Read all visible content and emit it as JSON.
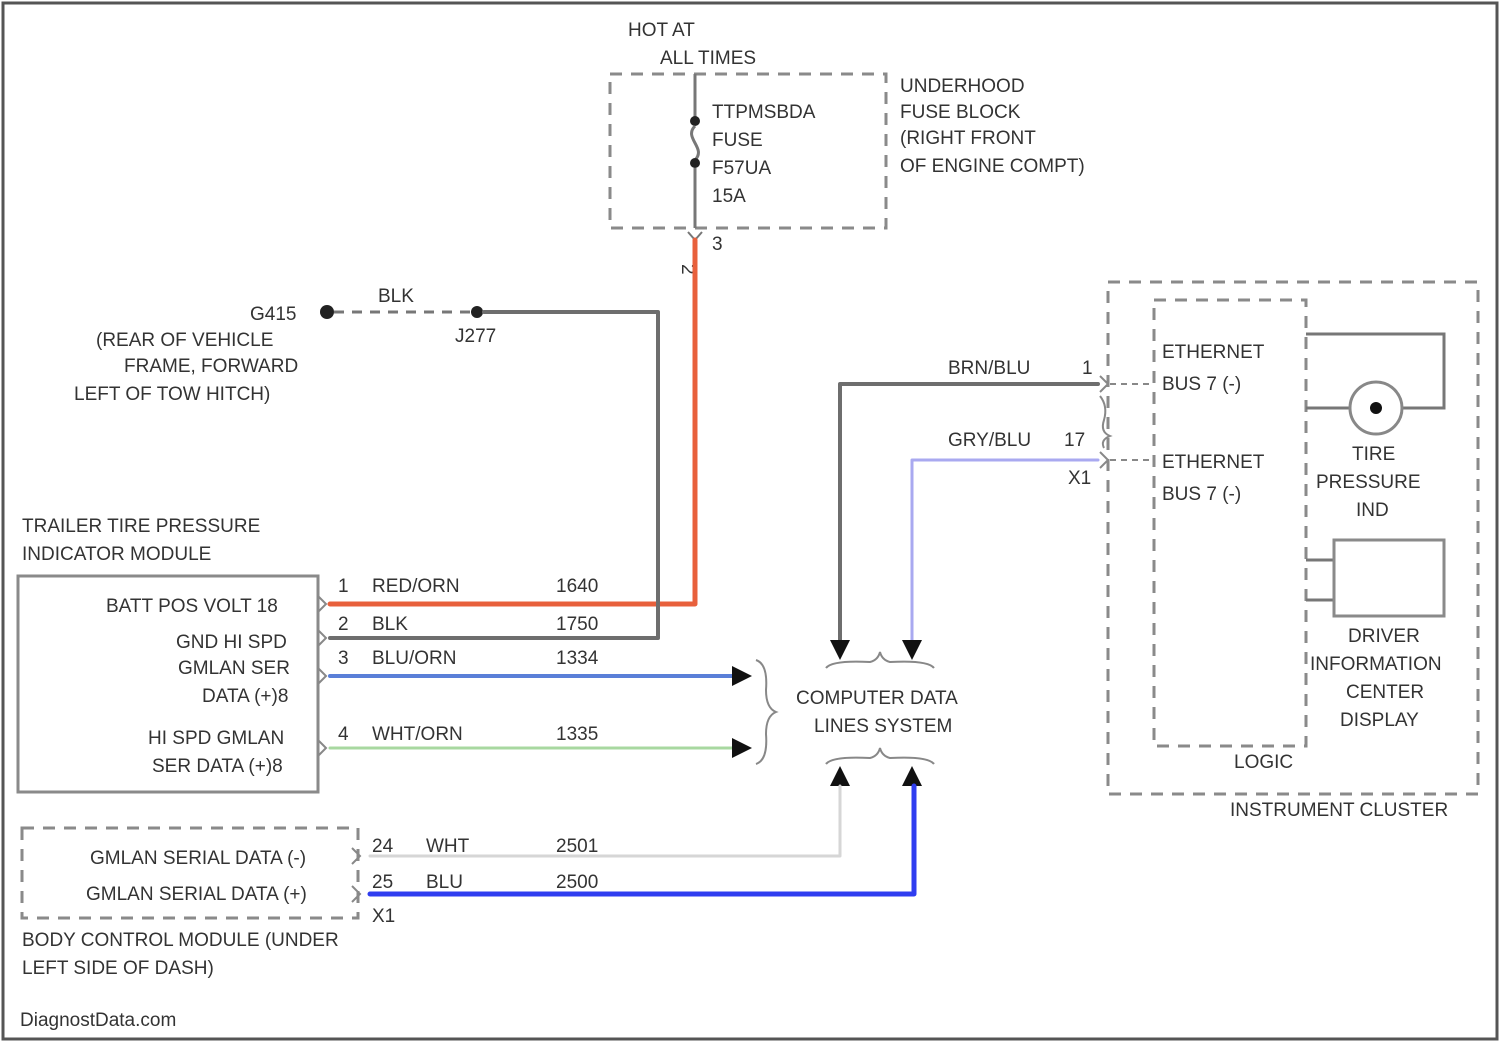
{
  "fuse_block": {
    "hot_label_1": "HOT AT",
    "hot_label_2": "ALL TIMES",
    "fuse_lines": [
      "TTPMSBDA",
      "FUSE",
      "F57UA",
      "15A"
    ],
    "block_lines": [
      "UNDERHOOD",
      "FUSE BLOCK",
      "(RIGHT FRONT",
      "OF ENGINE COMPT)"
    ],
    "pin_left": "2",
    "pin_right": "3"
  },
  "ground": {
    "id": "G415",
    "splice": "J277",
    "wire_color": "BLK",
    "location_lines": [
      "(REAR OF VEHICLE",
      "FRAME, FORWARD",
      "LEFT OF TOW HITCH)"
    ]
  },
  "trailer_module": {
    "title_lines": [
      "TRAILER TIRE PRESSURE",
      "INDICATOR MODULE"
    ],
    "pin_labels": [
      "BATT POS VOLT 18",
      "GND HI SPD",
      "GMLAN SER",
      "DATA (+)8",
      "HI SPD GMLAN",
      "SER DATA (+)8"
    ],
    "circuits": [
      {
        "pin": "1",
        "color": "RED/ORN",
        "num": "1640"
      },
      {
        "pin": "2",
        "color": "BLK",
        "num": "1750"
      },
      {
        "pin": "3",
        "color": "BLU/ORN",
        "num": "1334"
      },
      {
        "pin": "4",
        "color": "WHT/ORN",
        "num": "1335"
      }
    ]
  },
  "data_lines": {
    "label_lines": [
      "COMPUTER DATA",
      "LINES SYSTEM"
    ]
  },
  "instrument_cluster": {
    "title": "INSTRUMENT CLUSTER",
    "logic": "LOGIC",
    "eth1_lines": [
      "ETHERNET",
      "BUS 7 (-)"
    ],
    "eth2_lines": [
      "ETHERNET",
      "BUS 7 (-)"
    ],
    "tire_lines": [
      "TIRE",
      "PRESSURE",
      "IND"
    ],
    "dic_lines": [
      "DRIVER",
      "INFORMATION",
      "CENTER",
      "DISPLAY"
    ],
    "wire1": {
      "color": "BRN/BLU",
      "pin": "1"
    },
    "wire2": {
      "color": "GRY/BLU",
      "pin": "17",
      "connector": "X1"
    }
  },
  "bcm": {
    "lines": [
      "GMLAN SERIAL DATA (-)",
      "GMLAN SERIAL DATA (+)"
    ],
    "pins": [
      "24",
      "25"
    ],
    "connector": "X1",
    "colors": [
      "WHT",
      "BLU"
    ],
    "nums": [
      "2501",
      "2500"
    ],
    "location_lines": [
      "BODY CONTROL MODULE (UNDER",
      "LEFT SIDE OF DASH)"
    ]
  },
  "footer": {
    "watermark": "DiagnostData.com"
  },
  "colors": {
    "red_wire": "#e8603c",
    "blk_wire": "#6e6e6e",
    "blu_orn_wire": "#5a7fd8",
    "wht_orn_wire": "#a8d8a0",
    "gry_blu_wire": "#a9a9f0",
    "blu_wire": "#2f3df0",
    "wht_wire": "#d6d6d6"
  }
}
